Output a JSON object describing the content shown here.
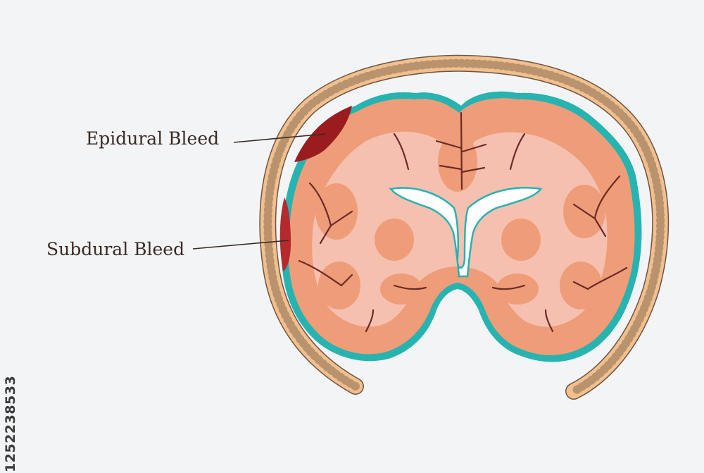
{
  "labels": {
    "epidural": "Epidural Bleed",
    "subdural": "Subdural Bleed"
  },
  "stock_id": "1252238533",
  "colors": {
    "background": "#f3f4f6",
    "skull": "#f2c08f",
    "skull_speckle": "#a0805e",
    "meninges": "#27b3b0",
    "cortex": "#ef9d78",
    "white_matter": "#f6c0b0",
    "sulcus": "#6b2a2a",
    "ventricle": "#ffffff",
    "epidural_blood": "#9b1c1f",
    "subdural_blood": "#b42a2d",
    "leader_line": "#3a2a24",
    "label_text": "#3a2a24"
  }
}
